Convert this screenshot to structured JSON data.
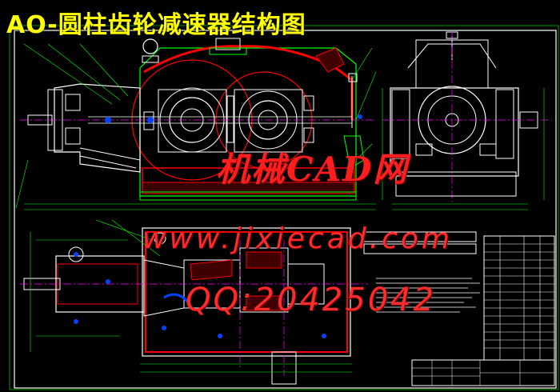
{
  "drawing": {
    "title": "AO-圆柱齿轮减速器结构图",
    "watermark_name": "机械CAD网",
    "watermark_url": "www.jixiecad.com",
    "watermark_qq": "QQ:20425042"
  },
  "colors": {
    "background": "#000000",
    "frame": "#ffffff",
    "outline": "#00ff00",
    "section": "#ff0000",
    "title": "#ffff00",
    "watermark": "#ff2a2a",
    "accent": "#ff00ff",
    "bolt": "#0044ff"
  }
}
